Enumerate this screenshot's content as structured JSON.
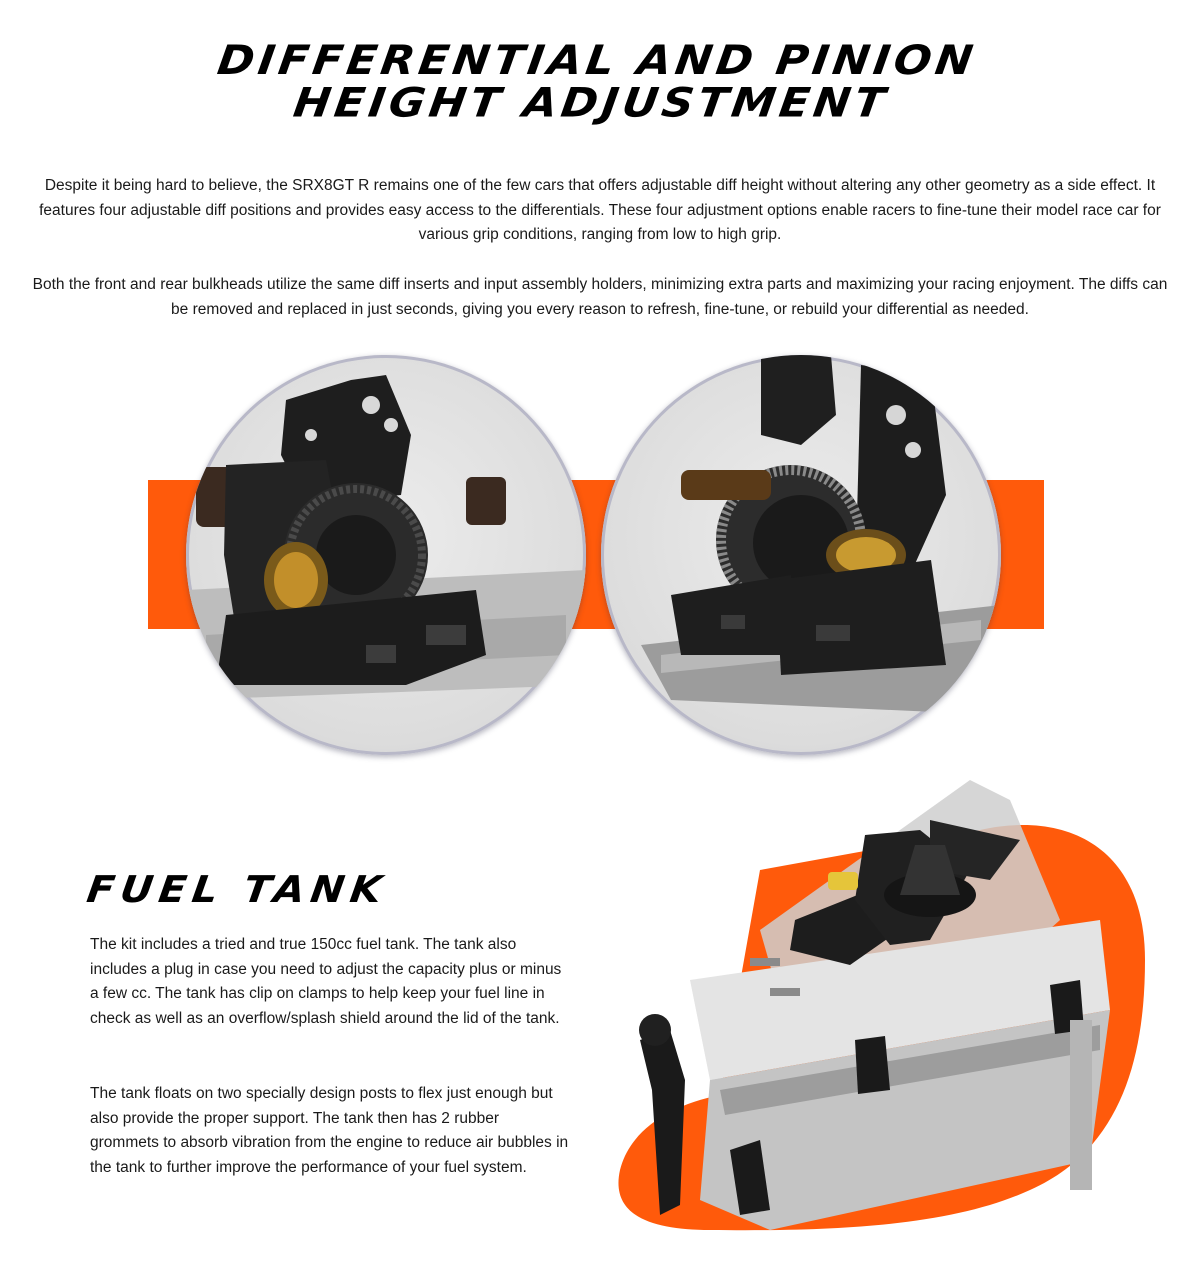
{
  "diff_section": {
    "title_line1": "DIFFERENTIAL AND PINION",
    "title_line2": "HEIGHT ADJUSTMENT",
    "paragraph1": "Despite it being hard to believe, the SRX8GT R remains one of the few cars that offers adjustable diff height without altering any other geometry as a side effect. It features four adjustable diff positions and provides easy access to the differentials. These four adjustment options enable racers to fine-tune their model race car for various grip conditions, ranging from low to high grip.",
    "paragraph2": "Both the front and rear bulkheads utilize the same diff inserts and input assembly holders, minimizing extra parts and maximizing your racing enjoyment. The diffs can be removed and replaced in just seconds, giving you every reason to refresh, fine-tune, or rebuild your differential as needed."
  },
  "fuel_section": {
    "title": "FUEL TANK",
    "paragraph1": "The kit includes a tried and true 150cc fuel tank. The tank also includes a plug in case you need to adjust the capacity plus or minus a few cc. The tank has clip on clamps to help keep your fuel line in check as well as an overflow/splash shield around the lid of the tank.",
    "paragraph2": "The tank floats on two specially design posts to flex just enough but also provide the proper support. The tank then has 2 rubber grommets to absorb vibration from the engine to reduce air bubbles in the tank to further improve the performance of your fuel system."
  },
  "colors": {
    "accent_orange": "#ff5a0b",
    "circle_bg": "#e3e3e3",
    "text": "#1a1a1a"
  }
}
